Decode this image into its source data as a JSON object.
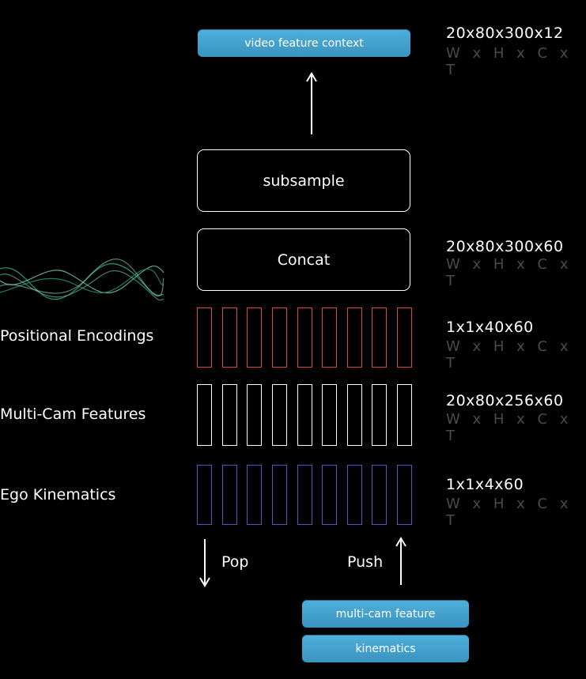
{
  "top_output": {
    "label": "video feature context",
    "dims": "20x80x300x12",
    "dims_axes": "W x H x C x T"
  },
  "subsample": {
    "label": "subsample"
  },
  "concat": {
    "label": "Concat",
    "dims": "20x80x300x60",
    "dims_axes": "W x H x C x T"
  },
  "rows": [
    {
      "label": "Positional Encodings",
      "dims": "1x1x40x60",
      "dims_axes": "W x H x C x T",
      "color": "#e04a3a",
      "cells": 9
    },
    {
      "label": "Multi-Cam Features",
      "dims": "20x80x256x60",
      "dims_axes": "W x H x C x T",
      "color": "#ffffff",
      "cells": 9
    },
    {
      "label": "Ego Kinematics",
      "dims": "1x1x4x60",
      "dims_axes": "W x H x C x T",
      "color": "#6a4bc4",
      "cells": 9
    }
  ],
  "queue": {
    "pop_label": "Pop",
    "push_label": "Push"
  },
  "inputs": [
    {
      "label": "multi-cam feature"
    },
    {
      "label": "kinematics"
    }
  ],
  "colors": {
    "pill": "#4aa8d6",
    "wave": "#2fa886",
    "background": "#000000"
  }
}
